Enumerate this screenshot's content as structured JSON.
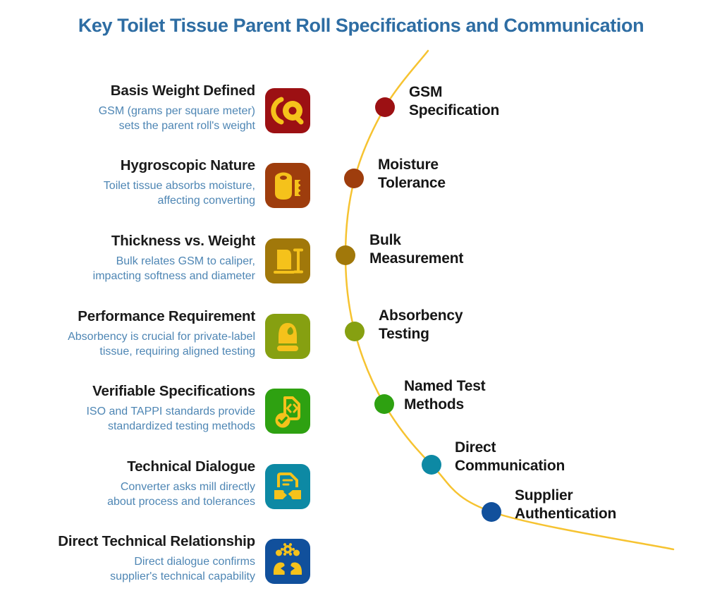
{
  "title": "Key Toilet Tissue Parent Roll Specifications and Communication",
  "colors": {
    "title": "#2E6DA3",
    "description": "#4E86B4",
    "milestone_text": "#161616",
    "glyph": "#F5C21B",
    "arc": "#F6C331",
    "background": "#FFFFFF"
  },
  "items": [
    {
      "title": "Basis Weight Defined",
      "description": "GSM (grams per square meter) sets the parent roll's weight",
      "icon": "paper-roll-side-icon",
      "color": "#9C1013",
      "milestone": {
        "line1": "GSM",
        "line2": "Specification"
      }
    },
    {
      "title": "Hygroscopic Nature",
      "description": "Toilet tissue absorbs moisture, affecting converting",
      "icon": "toilet-roll-icon",
      "color": "#9E3D0D",
      "milestone": {
        "line1": "Moisture",
        "line2": "Tolerance"
      }
    },
    {
      "title": "Thickness vs. Weight",
      "description": "Bulk relates GSM to caliper, impacting softness and diameter",
      "icon": "caliper-icon",
      "color": "#A1780A",
      "milestone": {
        "line1": "Bulk",
        "line2": "Measurement"
      }
    },
    {
      "title": "Performance Requirement",
      "description": "Absorbency is crucial for private-label tissue, requiring aligned testing",
      "icon": "absorbency-icon",
      "color": "#86A011",
      "milestone": {
        "line1": "Absorbency",
        "line2": "Testing"
      }
    },
    {
      "title": "Verifiable Specifications",
      "description": "ISO and TAPPI standards provide standardized testing methods",
      "icon": "standards-check-icon",
      "color": "#2EA111",
      "milestone": {
        "line1": "Named Test",
        "line2": "Methods"
      }
    },
    {
      "title": "Technical Dialogue",
      "description": "Converter asks mill directly about process and tolerances",
      "icon": "doc-handshake-icon",
      "color": "#0D89A4",
      "milestone": {
        "line1": "Direct",
        "line2": "Communication"
      }
    },
    {
      "title": "Direct Technical Relationship",
      "description": "Direct dialogue confirms supplier's technical capability",
      "icon": "people-gear-icon",
      "color": "#11509C",
      "milestone": {
        "line1": "Supplier",
        "line2": "Authentication"
      }
    }
  ]
}
